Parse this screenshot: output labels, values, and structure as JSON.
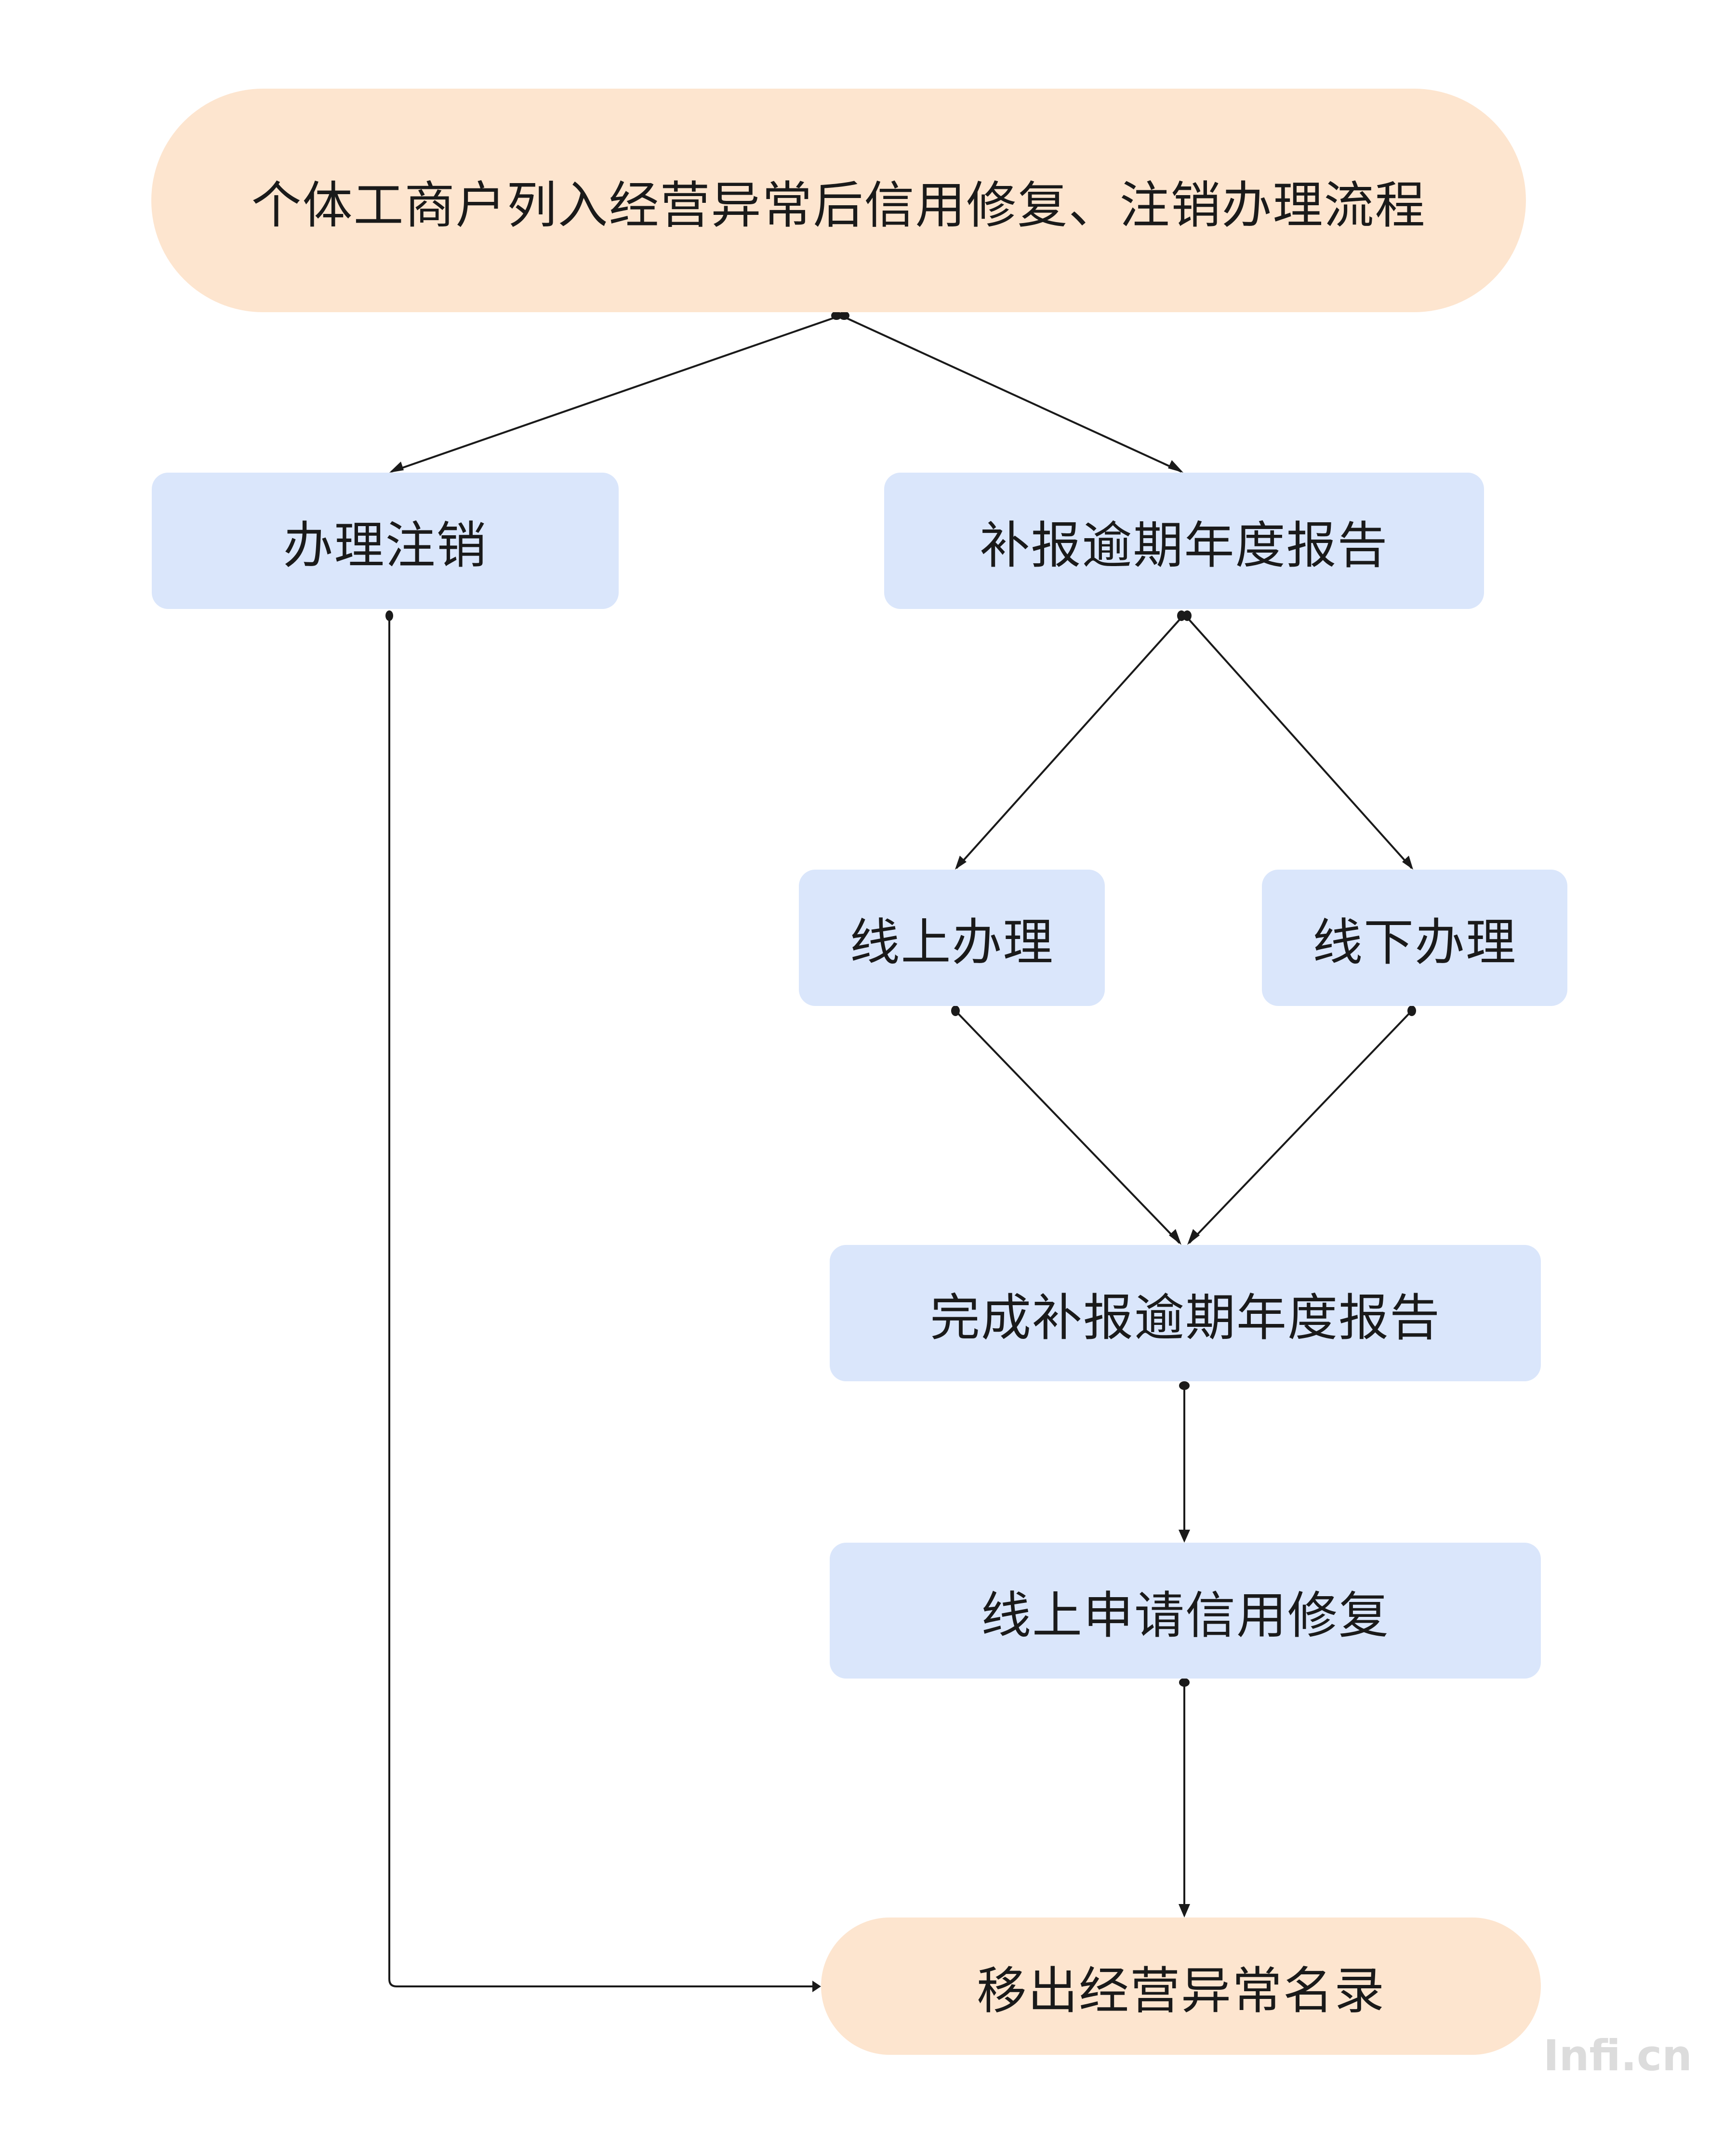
{
  "diagram": {
    "type": "flowchart",
    "colors": {
      "terminal_fill": "#fde5cf",
      "process_fill": "#dae6fb",
      "text": "#1a1a1a",
      "edge": "#1a1a1a"
    },
    "nodes": {
      "start": {
        "label": "个体工商户列入经营异常后信用修复、注销办理流程",
        "shape": "terminal"
      },
      "cancel": {
        "label": "办理注销",
        "shape": "process"
      },
      "supplement": {
        "label": "补报逾期年度报告",
        "shape": "process"
      },
      "online": {
        "label": "线上办理",
        "shape": "process"
      },
      "offline": {
        "label": "线下办理",
        "shape": "process"
      },
      "completed": {
        "label": "完成补报逾期年度报告",
        "shape": "process"
      },
      "credit_repair": {
        "label": "线上申请信用修复",
        "shape": "process"
      },
      "removed": {
        "label": "移出经营异常名录",
        "shape": "terminal"
      }
    },
    "edges": [
      {
        "from": "start",
        "to": "cancel"
      },
      {
        "from": "start",
        "to": "supplement"
      },
      {
        "from": "supplement",
        "to": "online"
      },
      {
        "from": "supplement",
        "to": "offline"
      },
      {
        "from": "online",
        "to": "completed"
      },
      {
        "from": "offline",
        "to": "completed"
      },
      {
        "from": "completed",
        "to": "credit_repair"
      },
      {
        "from": "credit_repair",
        "to": "removed"
      },
      {
        "from": "cancel",
        "to": "removed"
      }
    ]
  },
  "watermark": "Infi.cn"
}
